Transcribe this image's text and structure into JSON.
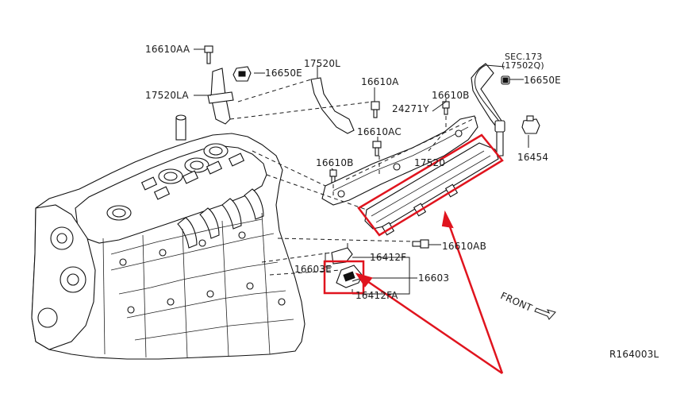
{
  "labels": {
    "l_16610AA": "16610AA",
    "l_16650E_a": "16650E",
    "l_17520L": "17520L",
    "l_17520LA": "17520LA",
    "l_16610A": "16610A",
    "l_24271Y": "24271Y",
    "l_16610B_a": "16610B",
    "l_sec173": "SEC.173",
    "l_17502Q": "(17502Q)",
    "l_16650E_b": "16650E",
    "l_16610AC": "16610AC",
    "l_16454": "16454",
    "l_16610B_b": "16610B",
    "l_17520": "17520",
    "l_16610AB": "16610AB",
    "l_16412F": "16412F",
    "l_16603E": "16603E",
    "l_16603": "16603",
    "l_16412FA": "16412FA",
    "l_front": "FRONT",
    "l_ref": "R164003L"
  },
  "colors": {
    "line": "#1a1a1a",
    "highlight": "#e0141e"
  },
  "icons": {
    "front_arrow": "front-arrow-icon"
  }
}
